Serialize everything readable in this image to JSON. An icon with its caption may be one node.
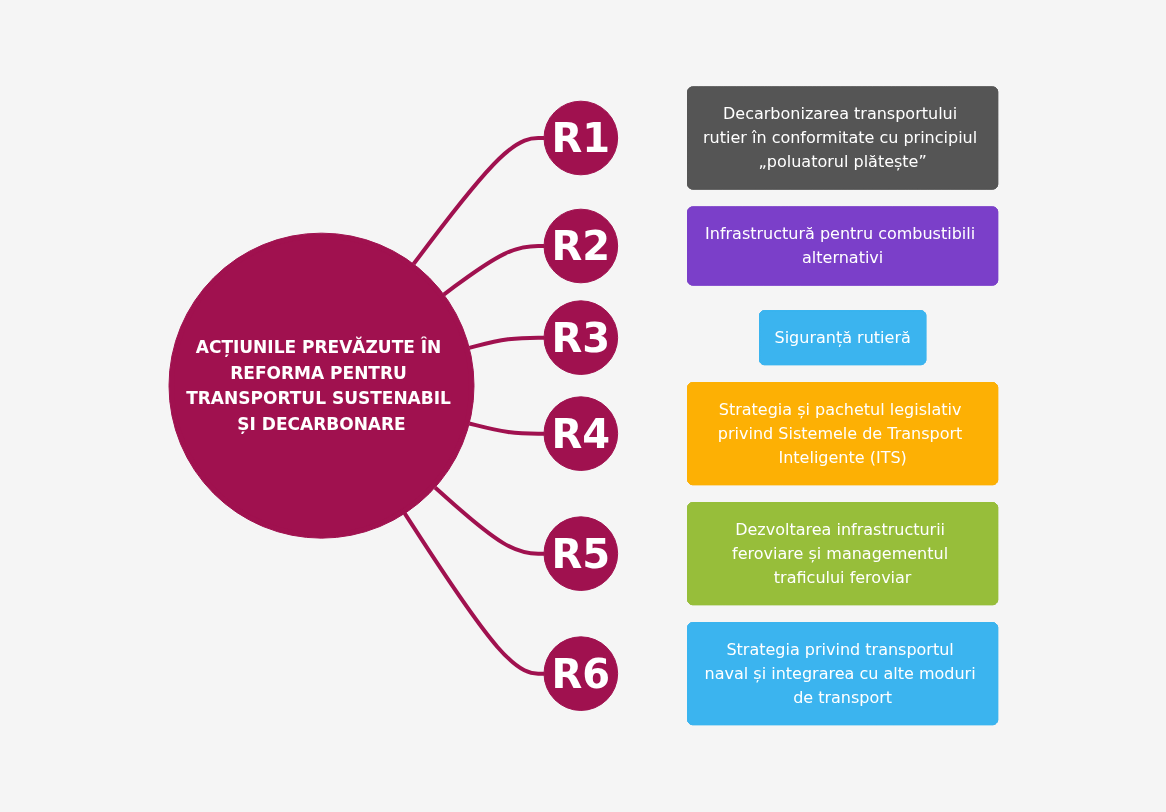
{
  "diagram": {
    "nodes": [
      {
        "text": [
          "ACȚIUNILE PREVĂZUTE ÎN REFORMA PENTRU TRANSPORTUL SUSTENABIL ȘI DECARBONARE"
        ]
      },
      {
        "text": [
          "R1"
        ]
      },
      {
        "text": [
          "Decarbonizarea transportului rutier în conformitate cu principiul „poluatorul plătește”"
        ]
      },
      {
        "text": [
          "R2"
        ]
      },
      {
        "text": [
          "Infrastructură pentru combustibili alternativi"
        ]
      },
      {
        "text": [
          "R3"
        ]
      },
      {
        "text": [
          "Siguranță rutieră"
        ]
      },
      {
        "text": [
          "R4"
        ]
      },
      {
        "text": [
          "Strategia și pachetul legislativ privind Sistemele de Transport Inteligente (ITS)"
        ]
      },
      {
        "text": [
          "R5"
        ]
      },
      {
        "text": [
          "Dezvoltarea infrastructurii feroviare și managementul traficului feroviar"
        ]
      },
      {
        "text": [
          "R6"
        ]
      },
      {
        "text": [
          "Strategia privind transportul naval și integrarea cu alte moduri de transport"
        ]
      }
    ],
    "edges": [
      {
        "from": 0,
        "to": 1,
        "arrow": "none"
      },
      {
        "from": 0,
        "to": 3,
        "arrow": "none"
      },
      {
        "from": 0,
        "to": 5,
        "arrow": "none"
      },
      {
        "from": 0,
        "to": 7,
        "arrow": "none"
      },
      {
        "from": 0,
        "to": 9,
        "arrow": "none"
      },
      {
        "from": 0,
        "to": 11,
        "arrow": "none"
      }
    ]
  }
}
